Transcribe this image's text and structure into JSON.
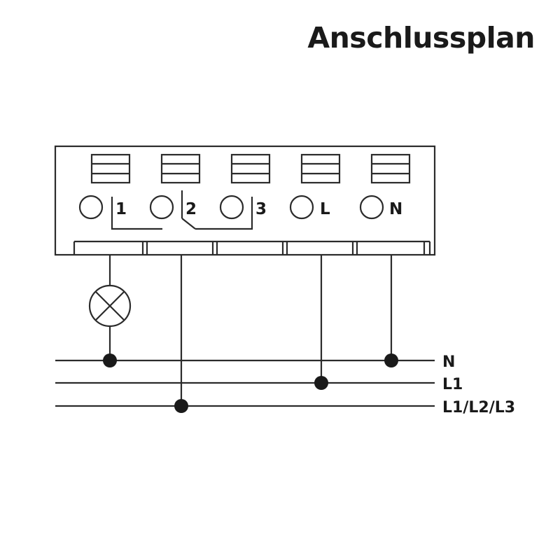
{
  "title": "Anschlussplan",
  "terminals": [
    {
      "label": "1"
    },
    {
      "label": "2"
    },
    {
      "label": "3"
    },
    {
      "label": "L"
    },
    {
      "label": "N"
    }
  ],
  "bus_lines": [
    {
      "label": "N"
    },
    {
      "label": "L1"
    },
    {
      "label": "L1/L2/L3"
    }
  ],
  "colors": {
    "line": "#2b2b2b",
    "text": "#1a1a1a",
    "background": "#ffffff"
  }
}
